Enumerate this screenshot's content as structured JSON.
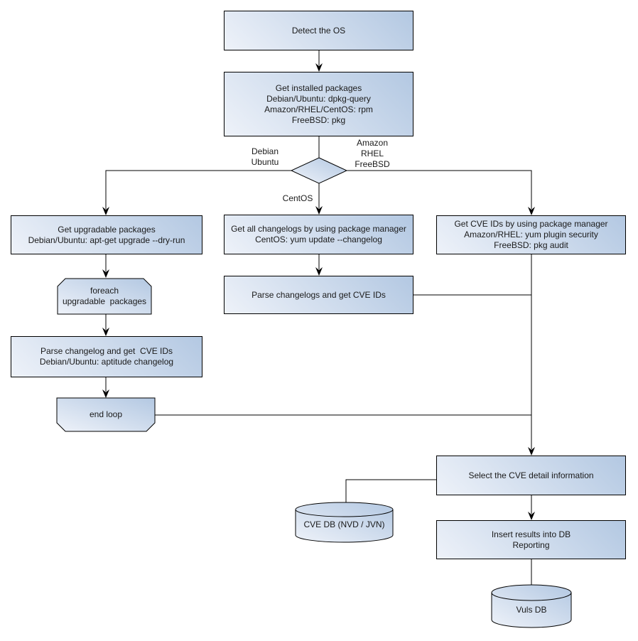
{
  "nodes": {
    "detect_os": {
      "label": "Detect the OS"
    },
    "get_installed": {
      "label": "Get installed packages\nDebian/Ubuntu: dpkg-query\nAmazon/RHEL/CentOS: rpm\nFreeBSD: pkg"
    },
    "get_upgradable": {
      "label": "Get upgradable packages\nDebian/Ubuntu: apt-get upgrade --dry-run"
    },
    "foreach_loop": {
      "label": "foreach\nupgradable  packages"
    },
    "parse_changelog": {
      "label": "Parse changelog and get  CVE IDs\nDebian/Ubuntu: aptitude changelog"
    },
    "end_loop": {
      "label": "end loop"
    },
    "get_all_changelogs": {
      "label": "Get all changelogs by using package manager\nCentOS: yum update --changelog"
    },
    "parse_changelogs": {
      "label": "Parse changelogs and get CVE IDs"
    },
    "get_cve_ids": {
      "label": "Get CVE IDs by using package manager\nAmazon/RHEL: yum plugin security\nFreeBSD: pkg audit"
    },
    "select_cve": {
      "label": "Select the CVE detail information"
    },
    "cve_db": {
      "label": "CVE DB (NVD / JVN)"
    },
    "insert_results": {
      "label": "Insert results into DB\nReporting"
    },
    "vuls_db": {
      "label": "Vuls DB"
    }
  },
  "edge_labels": {
    "debian_ubuntu": "Debian\nUbuntu",
    "amazon_rhel_freebsd": "Amazon\nRHEL\nFreeBSD",
    "centos": "CentOS"
  },
  "colors": {
    "node_fill_light": "#eef2f9",
    "node_fill_dark": "#b3c8e2",
    "node_border": "#000000",
    "connector": "#000000",
    "text": "#1a1a1a",
    "background": "#ffffff"
  }
}
